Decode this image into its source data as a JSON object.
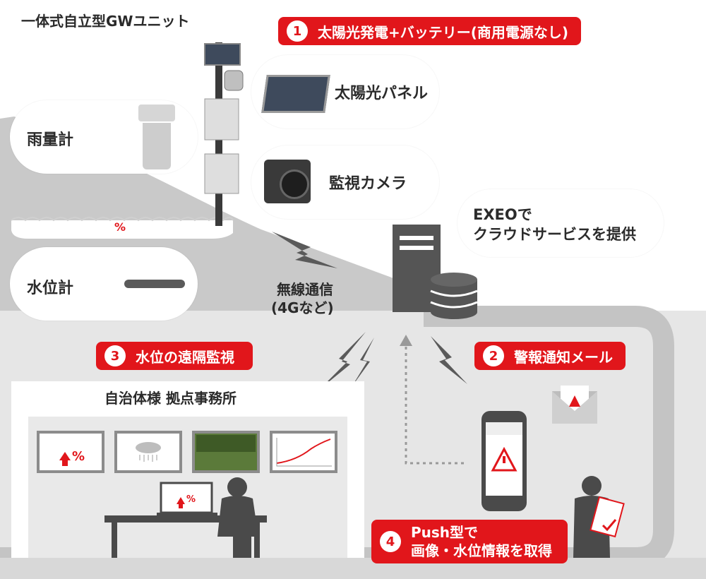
{
  "title": "一体式自立型GWユニット",
  "steps": [
    {
      "num": "1",
      "label": "太陽光発電+バッテリー(商用電源なし)"
    },
    {
      "num": "2",
      "label": "警報通知メール"
    },
    {
      "num": "3",
      "label": "水位の遠隔監視"
    },
    {
      "num": "4",
      "label_line1": "Push型で",
      "label_line2": "画像・水位情報を取得"
    }
  ],
  "devices": {
    "rain_gauge": "雨量計",
    "solar_panel": "太陽光パネル",
    "camera": "監視カメラ",
    "water_level": "水位計"
  },
  "water_percent": "%",
  "wireless": {
    "line1": "無線通信",
    "line2": "(4Gなど)"
  },
  "cloud": {
    "line1": "EXEOで",
    "line2": "クラウドサービスを提供"
  },
  "office_label": "自治体様 拠点事務所",
  "monitor_percent": "%",
  "laptop_percent": "%",
  "colors": {
    "accent": "#e1161b",
    "gray_dark": "#5a5a5a",
    "gray_bg": "#cfcfcf",
    "gray_light": "#e4e4e4"
  }
}
